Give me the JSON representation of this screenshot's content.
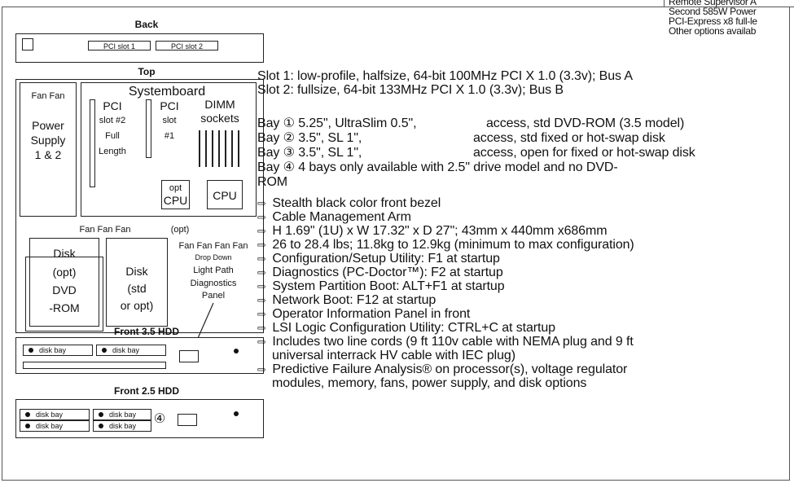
{
  "top_notes": [
    "Remote Supervisor A",
    "Second 585W Power",
    "PCI-Express x8 full-le",
    "Other options availab"
  ],
  "back": {
    "title": "Back",
    "slot1": "PCI slot 1",
    "slot2": "PCI slot 2"
  },
  "top": {
    "title": "Top",
    "fan_top": "Fan Fan",
    "power": [
      "Power",
      "Supply",
      "1 & 2"
    ],
    "systemboard": "Systemboard",
    "pci2": [
      "PCI",
      "slot #2",
      "Full",
      "Length"
    ],
    "pci1": [
      "PCI",
      "slot",
      "#1"
    ],
    "dimm": [
      "DIMM",
      "sockets"
    ],
    "opt_cpu": [
      "opt",
      "CPU"
    ],
    "cpu": "CPU",
    "fan_mid": "Fan Fan Fan",
    "opt": "(opt)",
    "fan_right": "Fan Fan Fan Fan",
    "disk_left": "Disk",
    "dvd": [
      "(opt)",
      "DVD",
      "-ROM"
    ],
    "disk_std": [
      "Disk",
      "(std",
      "or opt)"
    ],
    "panel": [
      "Drop Down",
      "Light Path",
      "Diagnostics",
      "Panel"
    ]
  },
  "front35": {
    "title": "Front 3.5 HDD",
    "bay": "disk bay"
  },
  "front25": {
    "title": "Front 2.5 HDD",
    "bay": "disk bay",
    "marker": "④"
  },
  "slots": [
    "Slot 1:  low-profile, halfsize, 64-bit 100MHz PCI X 1.0 (3.3v); Bus A",
    "Slot 2:  fullsize, 64-bit 133MHz PCI X 1.0 (3.3v); Bus B"
  ],
  "bays": [
    {
      "label": "Bay ① 5.25\", UltraSlim 0.5\",",
      "access": "access, std DVD-ROM (3.5 model)"
    },
    {
      "label": "Bay ② 3.5\",    SL 1\",",
      "access": "access, std fixed or hot-swap disk"
    },
    {
      "label": "Bay ③ 3.5\",    SL 1\",",
      "access": "access, open for fixed or hot-swap disk"
    }
  ],
  "bay4": [
    "Bay ④ 4 bays only available with 2.5\" drive model and no DVD-",
    "ROM"
  ],
  "features": [
    "Stealth black color front bezel",
    "Cable Management Arm",
    "H 1.69\" (1U) x W 17.32\" x D 27\"; 43mm x 440mm x686mm",
    "26 to 28.4 lbs; 11.8kg to 12.9kg (minimum to max configuration)",
    "Configuration/Setup Utility: F1 at startup",
    "Diagnostics (PC-Doctor™): F2 at startup",
    "System Partition Boot: ALT+F1 at startup",
    "Network Boot: F12 at startup",
    "Operator Information Panel in front",
    "LSI Logic Configuration Utility: CTRL+C at startup",
    "Includes two line cords (9 ft 110v cable with NEMA plug and 9 ft",
    "Predictive Failure Analysis® on processor(s), voltage regulator"
  ],
  "feature_cont": [
    "universal interrack HV cable with IEC plug)",
    "modules, memory, fans, power supply, and disk options"
  ],
  "arrow_glyph": "⇨"
}
